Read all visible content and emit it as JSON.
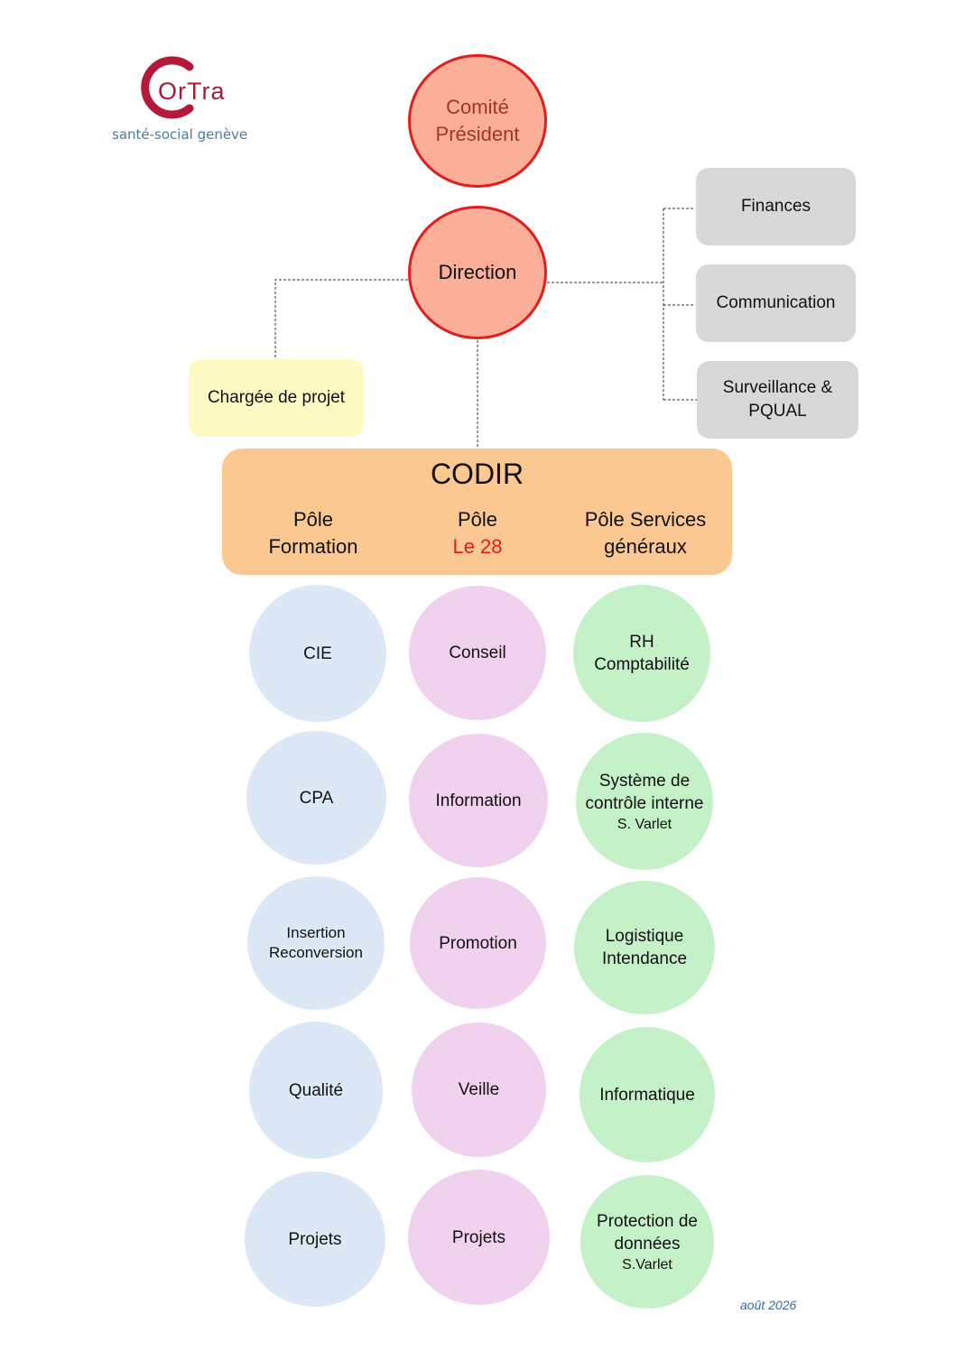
{
  "logo": {
    "name": "OrTra",
    "tagline": "santé-social genève"
  },
  "top": {
    "comite_line1": "Comité",
    "comite_line2": "Président",
    "direction": "Direction"
  },
  "side_boxes": {
    "finances": "Finances",
    "communication": "Communication",
    "surveillance_line1": "Surveillance &",
    "surveillance_line2": "PQUAL",
    "chargee": "Chargée de projet"
  },
  "codir": {
    "title": "CODIR",
    "pole_formation_line1": "Pôle",
    "pole_formation_line2": "Formation",
    "pole_le28_line1": "Pôle",
    "pole_le28_line2": "Le 28",
    "pole_services_line1": "Pôle Services",
    "pole_services_line2": "généraux"
  },
  "formation_column": [
    "CIE",
    "CPA",
    "Insertion",
    "Reconversion",
    "Qualité",
    "Projets"
  ],
  "le28_column": [
    "Conseil",
    "Information",
    "Promotion",
    "Veille",
    "Projets"
  ],
  "services_column": {
    "rh_line1": "RH",
    "rh_line2": "Comptabilité",
    "sci_line1": "Système de",
    "sci_line2": "contrôle interne",
    "sci_line3": "S. Varlet",
    "logistique_line1": "Logistique",
    "logistique_line2": "Intendance",
    "informatique": "Informatique",
    "protection_line1": "Protection de",
    "protection_line2": "données",
    "protection_line3": "S.Varlet"
  },
  "footer": {
    "date": "août 2026"
  },
  "colors": {
    "red_circle": "#fbaf98",
    "red_border": "#e31c1c",
    "codir": "#fcc891",
    "formation": "#dce8f5",
    "le28": "#f0d2ef",
    "services": "#c4f1c8",
    "side_box": "#d8d8d8",
    "chargee_box": "#fdfbc3"
  }
}
